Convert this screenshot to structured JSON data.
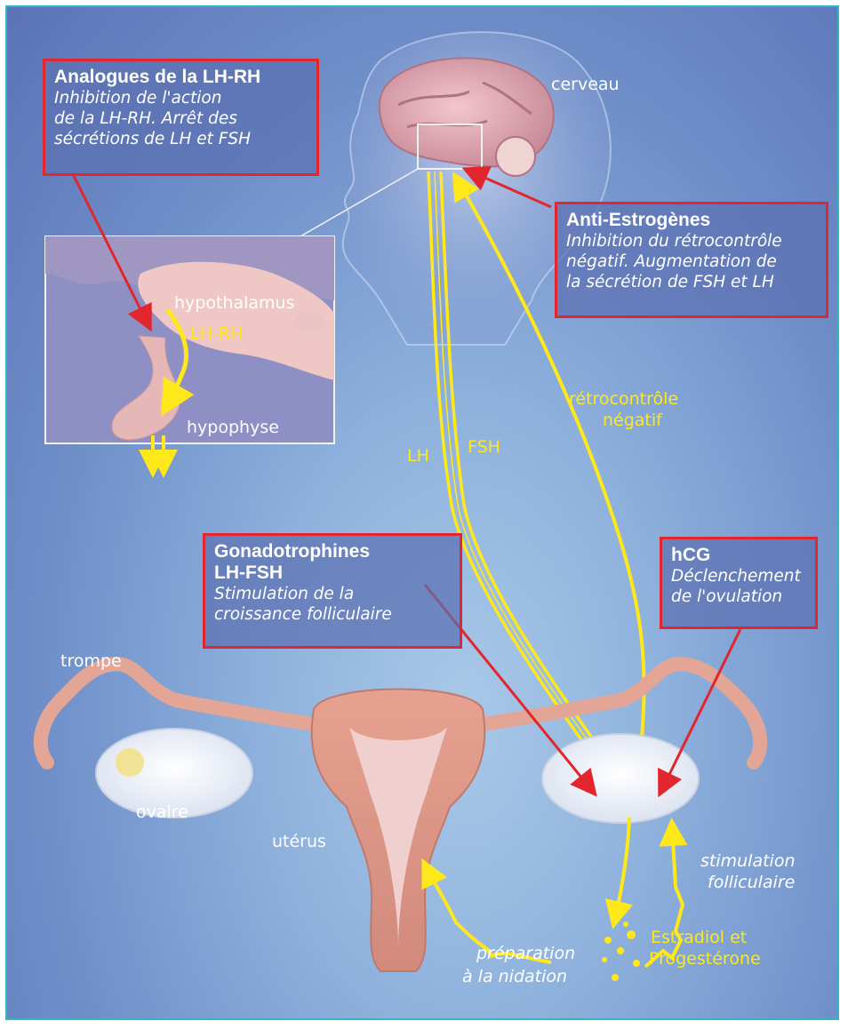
{
  "boxes": {
    "analogues": {
      "title": "Analogues de la LH-RH",
      "lines": [
        "Inhibition de l'action",
        "de la LH-RH. Arrêt des",
        "sécrétions de LH et FSH"
      ]
    },
    "anti_estrogenes": {
      "title": "Anti-Estrogènes",
      "lines": [
        "Inhibition du rétrocontrôle",
        "négatif. Augmentation de",
        "la sécrétion de FSH et LH"
      ]
    },
    "gonadotrophines": {
      "title_lines": [
        "Gonadotrophines",
        "LH-FSH"
      ],
      "lines": [
        "Stimulation de la",
        "croissance folliculaire"
      ]
    },
    "hcg": {
      "title": "hCG",
      "lines": [
        "Déclenchement",
        "de l'ovulation"
      ]
    }
  },
  "labels": {
    "cerveau": "cerveau",
    "hypothalamus": "hypothalamus",
    "lh_rh": "LH-RH",
    "hypophyse": "hypophyse",
    "lh": "LH",
    "fsh": "FSH",
    "retro_1": "rétrocontrôle",
    "retro_2": "négatif",
    "trompe": "trompe",
    "ovaire": "ovaire",
    "uterus": "utérus",
    "stim_1": "stimulation",
    "stim_2": "folliculaire",
    "estradiol_1": "Estradiol et",
    "estradiol_2": "Progestérone",
    "prep_1": "préparation",
    "prep_2": "à la nidation"
  },
  "colors": {
    "box_border": "#e2262e",
    "hormone_arrow": "#ffe81a",
    "frame": "#35b4c4"
  }
}
